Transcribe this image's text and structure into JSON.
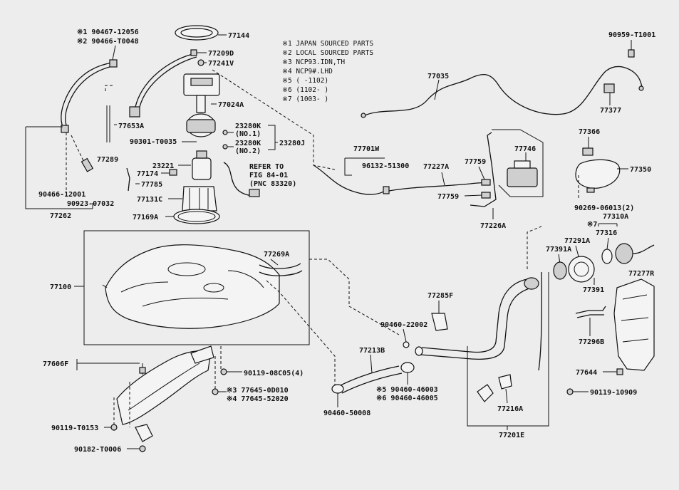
{
  "legend": {
    "l1": "※1 JAPAN SOURCED PARTS",
    "l2": "※2 LOCAL SOURCED PARTS",
    "l3": "※3 NCP93.IDN,TH",
    "l4": "※4 NCP9#.LHD",
    "l5": "※5 (     -1102)",
    "l6": "※6 (1102-     )",
    "l7": "※7 (1003-     )"
  },
  "labels": {
    "p90467": "※1 90467-12056",
    "p90466": "※2 90466-T0048",
    "p77144": "77144",
    "p77209D": "77209D",
    "p77241V": "77241V",
    "p77024A": "77024A",
    "p77653A": "77653A",
    "p90301": "90301-T0035",
    "p23280K1": "23280K",
    "p23280Kn1": "(NO.1)",
    "p23280K2": "23280K",
    "p23280Kn2": "(NO.2)",
    "p23280J": "23280J",
    "p77289": "77289",
    "p23221": "23221",
    "p77174": "77174",
    "p77785": "77785",
    "p77131C": "77131C",
    "refer1": "REFER TO",
    "refer2": "FIG 84-01",
    "refer3": "(PNC 83320)",
    "p9046612001": "90466-12001",
    "p90923": "90923-07032",
    "p77262": "77262",
    "p77169A": "77169A",
    "p77100": "77100",
    "p77269A": "77269A",
    "p77701W": "77701W",
    "p96132": "96132-51300",
    "p77035": "77035",
    "p90959": "90959-T1001",
    "p77377": "77377",
    "p77227A": "77227A",
    "p77759a": "77759",
    "p77759b": "77759",
    "p77746": "77746",
    "p77226A": "77226A",
    "p77366": "77366",
    "p77350": "77350",
    "p90269": "90269-06013(2)",
    "p77310A": "77310A",
    "p77316": "77316",
    "star7": "※7",
    "p77291A": "77291A",
    "p77391A": "77391A",
    "p77391": "77391",
    "p77277R": "77277R",
    "p77285F": "77285F",
    "p90460_22002": "90460-22002",
    "p77296B": "77296B",
    "p77213B": "77213B",
    "p77644": "77644",
    "p90119_10909": "90119-10909",
    "p77606F": "77606F",
    "p90119_08C05": "90119-08C05(4)",
    "p77645a": "※3 77645-0D010",
    "p77645b": "※4 77645-52020",
    "p90460_46003": "※5 90460-46003",
    "p90460_46005": "※6 90460-46005",
    "p90460_50008": "90460-50008",
    "p77216A": "77216A",
    "p77201E": "77201E",
    "p90119_T0153": "90119-T0153",
    "p90182": "90182-T0006"
  }
}
